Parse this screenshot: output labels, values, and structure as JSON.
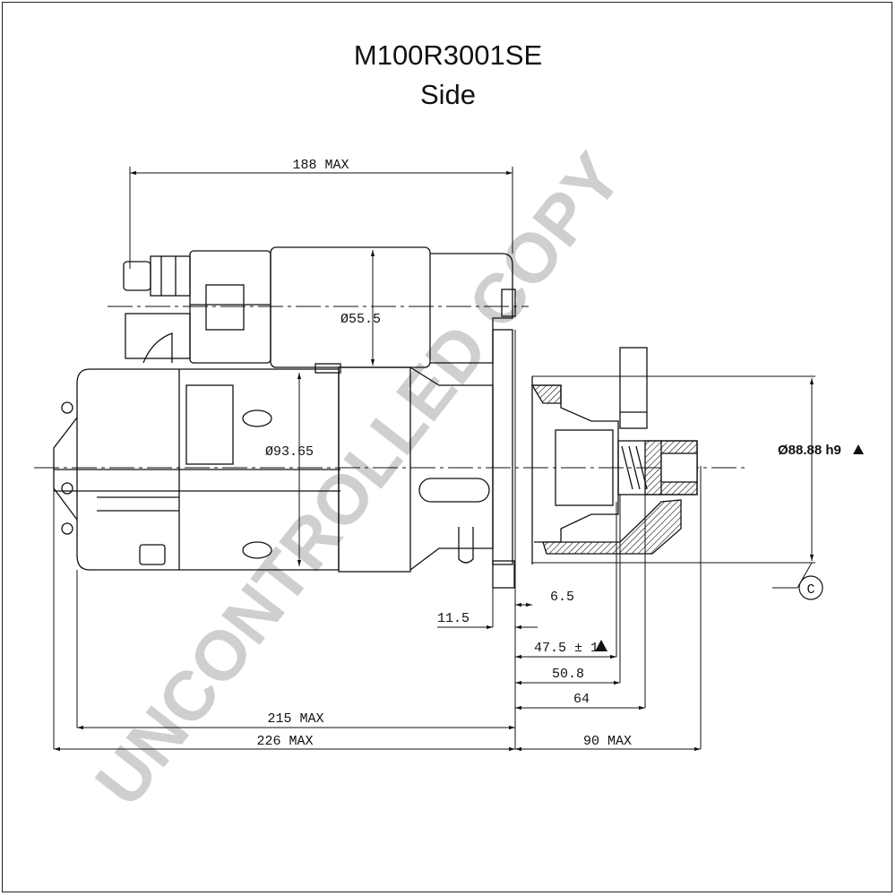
{
  "title": {
    "part_number": "M100R3001SE",
    "view": "Side"
  },
  "watermark": {
    "text": "UNCONTROLLED COPY",
    "color": "#cfcfcf"
  },
  "dimensions": {
    "overall_top": "188 MAX",
    "solenoid_dia": "Ø55.5",
    "motor_dia": "Ø93.65",
    "pilot_dia": "Ø88.88 h9",
    "datum": "C",
    "flange_thickness": "11.5",
    "d_6_5": "6.5",
    "d_47_5": "47.5 ± 1",
    "d_50_8": "50.8",
    "d_64": "64",
    "d_215": "215 MAX",
    "d_226": "226 MAX",
    "d_90": "90 MAX"
  },
  "colors": {
    "line": "#111111",
    "frame": "#222222"
  }
}
